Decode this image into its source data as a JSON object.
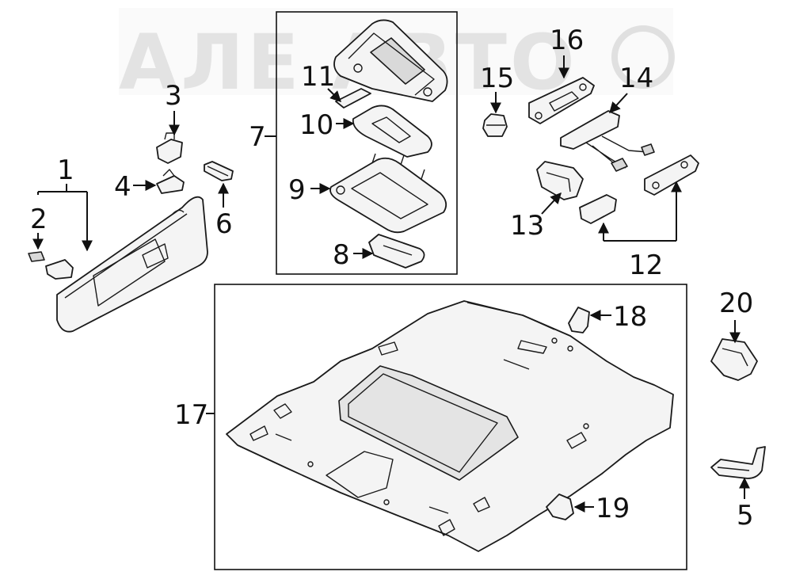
{
  "watermark": {
    "text": "АЛЕ АВТО"
  },
  "callouts": {
    "c1": "1",
    "c2": "2",
    "c3": "3",
    "c4": "4",
    "c5": "5",
    "c6": "6",
    "c7": "7",
    "c8": "8",
    "c9": "9",
    "c10": "10",
    "c11": "11",
    "c12": "12",
    "c13": "13",
    "c14": "14",
    "c15": "15",
    "c16": "16",
    "c17": "17",
    "c18": "18",
    "c19": "19",
    "c20": "20"
  }
}
